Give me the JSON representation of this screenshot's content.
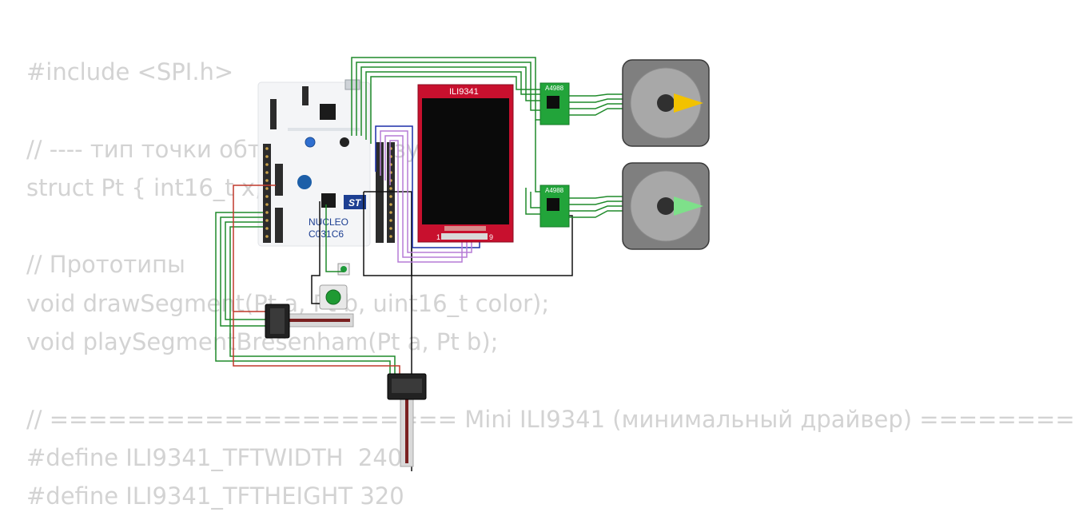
{
  "code_lines": [
    "#include <SPI.h>",
    "",
    "// ---- тип точки обт                  зу",
    "struct Pt { int16_t x,",
    "",
    "// Прототипы",
    "void drawSegment(Pt a, Pt b, uint16_t color);",
    "void playSegmentBresenham(Pt a, Pt b);",
    "",
    "// ===================== Mini ILI9341 (минимальный драйвер) ========",
    "#define ILI9341_TFTWIDTH  240",
    "#define ILI9341_TFTHEIGHT 320"
  ],
  "board": {
    "name_line1": "NUCLEO",
    "name_line2": "C031C6",
    "logo": "ST"
  },
  "display": {
    "label": "ILI9341",
    "pin_first": "1",
    "pin_last": "9"
  },
  "drivers": [
    {
      "label": "A4988"
    },
    {
      "label": "A4988"
    }
  ],
  "motors": [
    {
      "pointer_color": "#f2c200"
    },
    {
      "pointer_color": "#7ee08a"
    }
  ],
  "colors": {
    "code_text": "#d3d3d3",
    "wire_green": "#1f8a2a",
    "wire_red": "#c0392b",
    "wire_black": "#111111",
    "wire_purple": "#b57bd6",
    "wire_blue": "#1c2fa8",
    "display_frame": "#c8102e",
    "driver_board": "#22a43a",
    "motor_body": "#7f7f7f"
  }
}
